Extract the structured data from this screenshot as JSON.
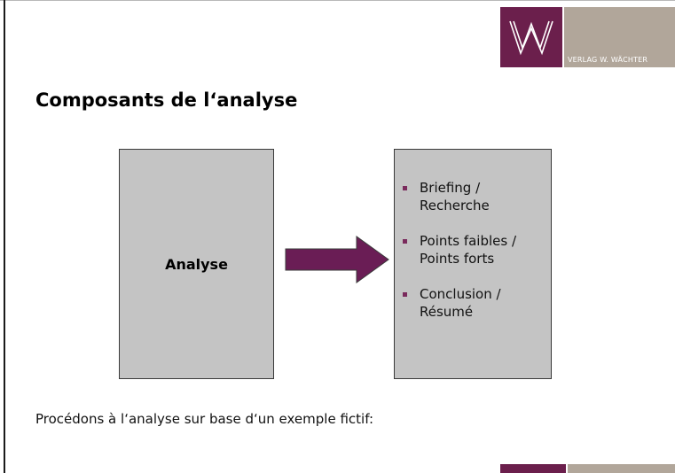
{
  "logo": {
    "letter": "W",
    "brand": "VERLAG W. WÄCHTER"
  },
  "slide": {
    "title": "Composants de l‘analyse",
    "left_box_label": "Analyse",
    "bullets": [
      {
        "line1": "Briefing /",
        "line2": "Recherche"
      },
      {
        "line1": "Points faibles /",
        "line2": "Points forts"
      },
      {
        "line1": "Conclusion /",
        "line2": "Résumé"
      }
    ],
    "footer": "Procédons à l‘analyse sur base d‘un exemple  fictif:"
  },
  "colors": {
    "accent_purple": "#6b1f4c",
    "arrow_purple": "#6a1d55",
    "brand_grey": "#b1a69a",
    "box_grey": "#c4c4c4"
  }
}
